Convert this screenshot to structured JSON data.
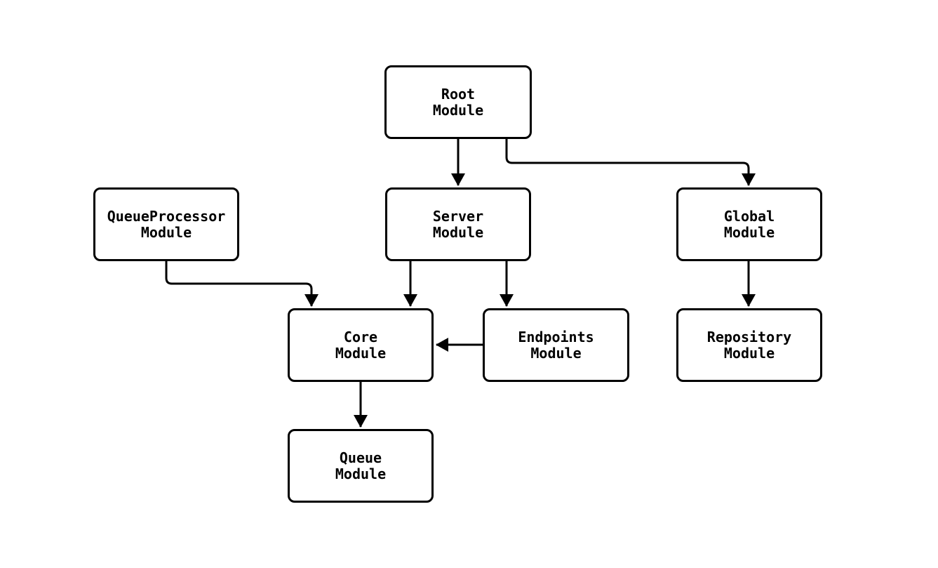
{
  "diagram": {
    "type": "flowchart",
    "direction": "top-down",
    "background_color": "#ffffff",
    "node_fill_color": "#ffffff",
    "node_border_color": "#000000",
    "text_color": "#000000",
    "edge_color": "#000000",
    "nodes": [
      {
        "id": "root",
        "line1": "Root",
        "line2": "Module"
      },
      {
        "id": "server",
        "line1": "Server",
        "line2": "Module"
      },
      {
        "id": "global",
        "line1": "Global",
        "line2": "Module"
      },
      {
        "id": "queueprocessor",
        "line1": "QueueProcessor",
        "line2": "Module"
      },
      {
        "id": "core",
        "line1": "Core",
        "line2": "Module"
      },
      {
        "id": "endpoints",
        "line1": "Endpoints",
        "line2": "Module"
      },
      {
        "id": "repository",
        "line1": "Repository",
        "line2": "Module"
      },
      {
        "id": "queue",
        "line1": "Queue",
        "line2": "Module"
      }
    ],
    "edges": [
      {
        "from": "Root Module",
        "to": "Server Module"
      },
      {
        "from": "Root Module",
        "to": "Global Module"
      },
      {
        "from": "QueueProcessor Module",
        "to": "Core Module"
      },
      {
        "from": "Server Module",
        "to": "Core Module"
      },
      {
        "from": "Server Module",
        "to": "Endpoints Module"
      },
      {
        "from": "Endpoints Module",
        "to": "Core Module"
      },
      {
        "from": "Global Module",
        "to": "Repository Module"
      },
      {
        "from": "Core Module",
        "to": "Queue Module"
      }
    ]
  }
}
